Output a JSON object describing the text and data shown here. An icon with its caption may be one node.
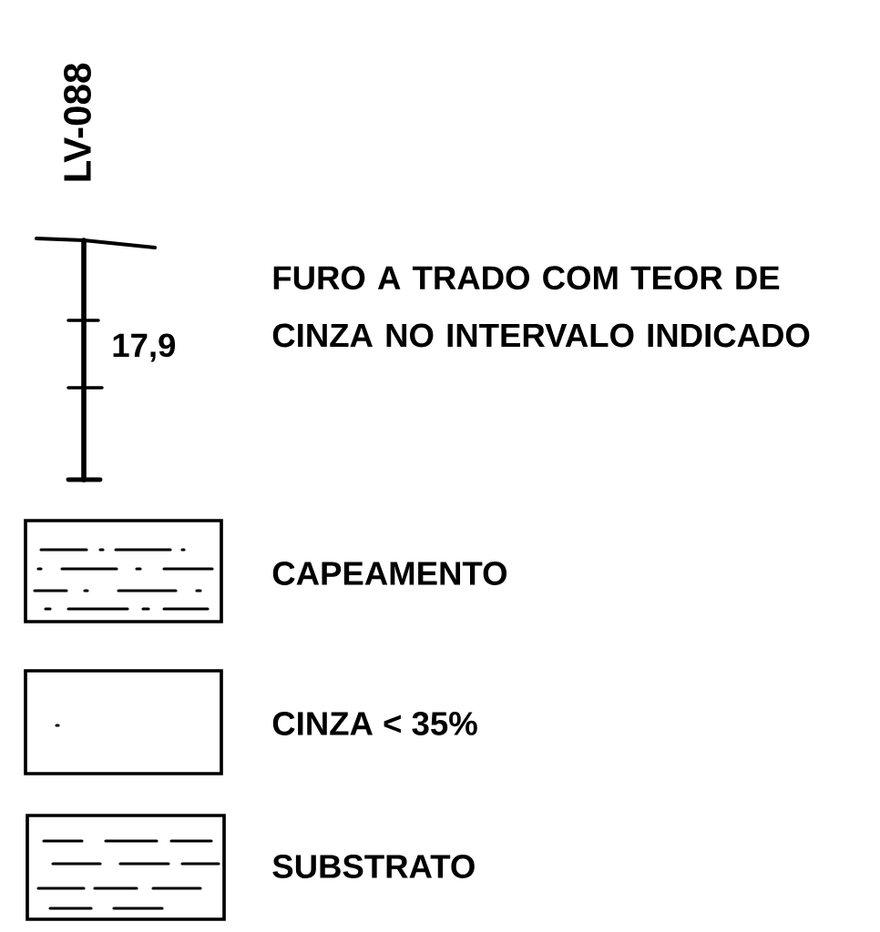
{
  "diagram": {
    "labels": [
      "LV-088",
      "17,9"
    ],
    "legend": [
      {
        "text": "FURO A TRADO COM TEOR DE CINZA NO INTERVALO INDICADO"
      },
      {
        "text": "CAPEAMENTO"
      },
      {
        "text": "CINZA < 35%"
      },
      {
        "text": "SUBSTRATO"
      }
    ]
  }
}
